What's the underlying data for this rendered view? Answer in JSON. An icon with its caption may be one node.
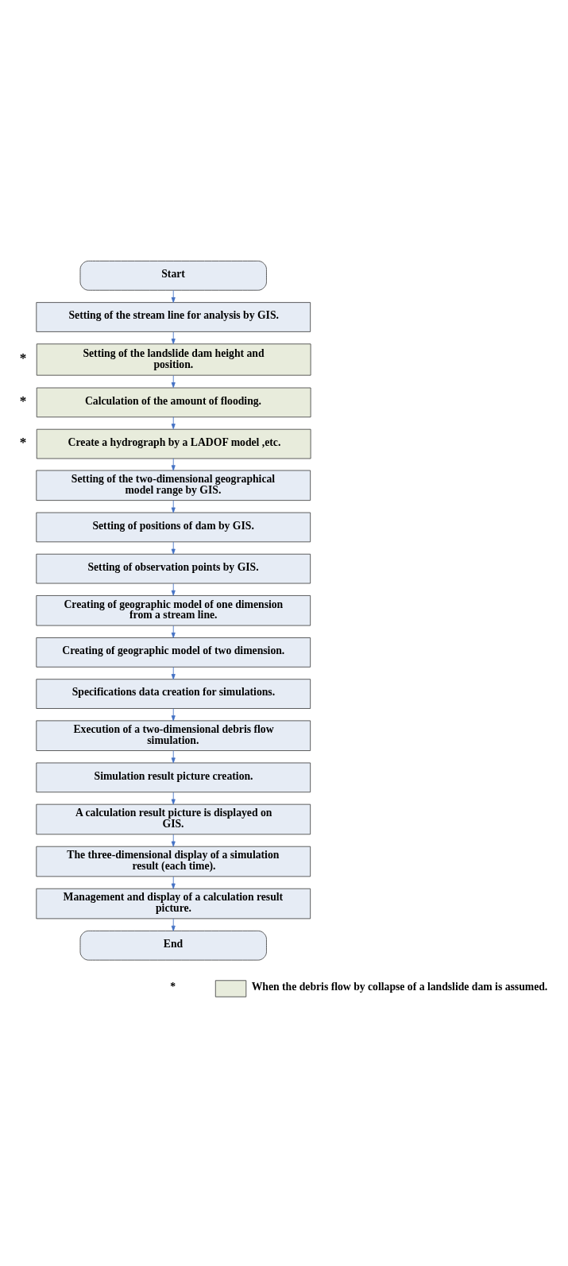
{
  "diagram": {
    "nodes": [
      {
        "text": [
          "Start"
        ]
      },
      {
        "text": [
          "Setting of the stream line for analysis by GIS."
        ]
      },
      {
        "text": [
          "Setting of the landslide dam height and position."
        ],
        "beside": [
          "*"
        ]
      },
      {
        "text": [
          "Calculation of the amount of flooding."
        ],
        "beside": [
          "*"
        ]
      },
      {
        "text": [
          "Create a hydrograph by a LADOF model ,etc."
        ],
        "beside": [
          "*"
        ]
      },
      {
        "text": [
          "Setting of the two-dimensional geographical model range by GIS."
        ]
      },
      {
        "text": [
          "Setting of positions of dam by GIS."
        ]
      },
      {
        "text": [
          "Setting of observation points by GIS."
        ]
      },
      {
        "text": [
          "Creating of geographic model of one dimension from a stream line."
        ]
      },
      {
        "text": [
          "Creating of geographic model of two dimension."
        ]
      },
      {
        "text": [
          "Specifications data creation for simulations."
        ]
      },
      {
        "text": [
          "Execution of a two-dimensional debris flow simulation."
        ]
      },
      {
        "text": [
          "Simulation result picture creation."
        ]
      },
      {
        "text": [
          "A calculation result picture is displayed on GIS."
        ]
      },
      {
        "text": [
          "The three-dimensional display of a simulation result (each time)."
        ]
      },
      {
        "text": [
          "Management and display of a calculation result picture."
        ]
      },
      {
        "text": [
          "End"
        ]
      }
    ],
    "edges": [
      {
        "from": 0,
        "to": 1,
        "arrow": "to"
      },
      {
        "from": 1,
        "to": 2,
        "arrow": "to"
      },
      {
        "from": 2,
        "to": 3,
        "arrow": "to"
      },
      {
        "from": 3,
        "to": 4,
        "arrow": "to"
      },
      {
        "from": 4,
        "to": 5,
        "arrow": "to"
      },
      {
        "from": 5,
        "to": 6,
        "arrow": "to"
      },
      {
        "from": 6,
        "to": 7,
        "arrow": "to"
      },
      {
        "from": 7,
        "to": 8,
        "arrow": "to"
      },
      {
        "from": 8,
        "to": 9,
        "arrow": "to"
      },
      {
        "from": 9,
        "to": 10,
        "arrow": "to"
      },
      {
        "from": 10,
        "to": 11,
        "arrow": "to"
      },
      {
        "from": 11,
        "to": 12,
        "arrow": "to"
      },
      {
        "from": 12,
        "to": 13,
        "arrow": "to"
      },
      {
        "from": 13,
        "to": 14,
        "arrow": "to"
      },
      {
        "from": 14,
        "to": 15,
        "arrow": "to"
      },
      {
        "from": 15,
        "to": 16,
        "arrow": "to"
      }
    ],
    "labels": [
      "*"
    ],
    "legend": [
      {
        "text": "When the debris flow by collapse of a landslide dam is assumed.",
        "color": "#e8ecdc"
      }
    ]
  }
}
